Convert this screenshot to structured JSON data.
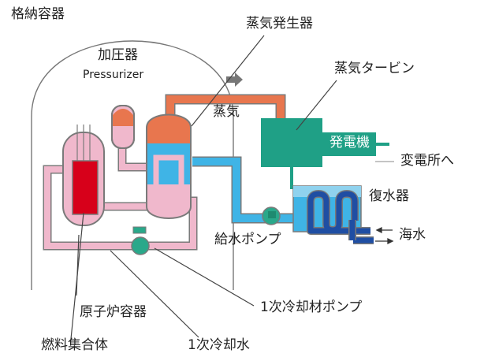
{
  "labels": {
    "containment": "格納容器",
    "pressurizer_jp": "加圧器",
    "pressurizer_en": "Pressurizer",
    "steam_generator": "蒸気発生器",
    "steam_turbine": "蒸気タービン",
    "steam": "蒸気",
    "generator": "発電機",
    "to_substation": "変電所へ",
    "condenser": "復水器",
    "feedwater_pump": "給水ポンプ",
    "seawater": "海水",
    "reactor_vessel": "原子炉容器",
    "primary_coolant_pump": "1次冷却材ポンプ",
    "fuel_assembly": "燃料集合体",
    "primary_coolant": "1次冷却水"
  },
  "colors": {
    "primary_loop": "#f0b8cc",
    "primary_loop_edge": "#7a7a7a",
    "steam_pipe": "#e8764e",
    "feedwater_pipe": "#3fb4e6",
    "seawater_pipe": "#1f4ea3",
    "turbine": "#1fa086",
    "fuel": "#d7001a",
    "pump": "#2aa88a",
    "dome_outline": "#777777"
  }
}
